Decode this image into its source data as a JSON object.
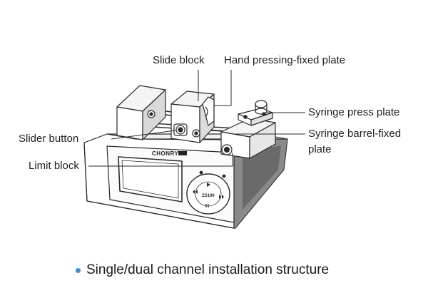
{
  "labels": {
    "slide_block": "Slide block",
    "hand_plate": "Hand pressing-fixed plate",
    "syringe_press": "Syringe press plate",
    "slider_button": "Slider button",
    "barrel_line1": "Syringe barrel-fixed",
    "barrel_line2": "plate",
    "limit_block": "Limit block"
  },
  "device": {
    "brand": "CHONRY",
    "display_code": "ZS100"
  },
  "caption": {
    "text": "Single/dual channel installation structure"
  },
  "colors": {
    "line": "#2a2a2a",
    "bullet": "#3b8fd8"
  }
}
